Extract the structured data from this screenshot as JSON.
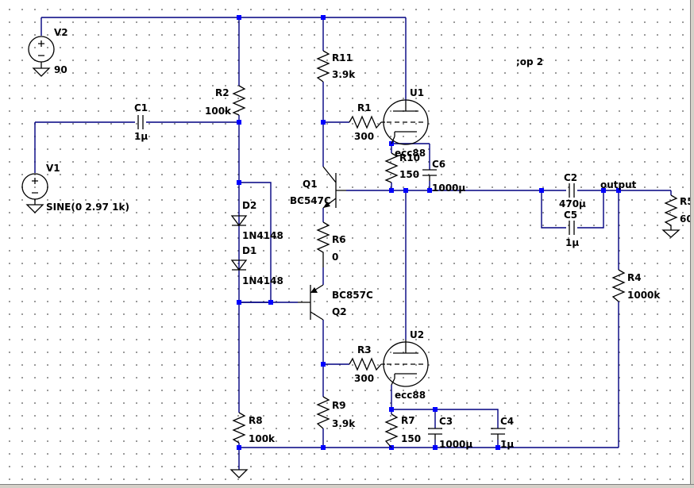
{
  "directive": ";op 2",
  "components": {
    "V2": {
      "name": "V2",
      "value": "90"
    },
    "V1": {
      "name": "V1",
      "value": "SINE(0 2.97 1k)"
    },
    "C1": {
      "name": "C1",
      "value": "1µ"
    },
    "R2": {
      "name": "R2",
      "value": "100k"
    },
    "R11": {
      "name": "R11",
      "value": "3.9k"
    },
    "R1": {
      "name": "R1",
      "value": "300"
    },
    "U1": {
      "name": "U1",
      "value": "ecc88"
    },
    "R10": {
      "name": "R10",
      "value": "150"
    },
    "C6": {
      "name": "C6",
      "value": "1000µ"
    },
    "Q1": {
      "name": "Q1",
      "value": "BC547C"
    },
    "D2": {
      "name": "D2",
      "value": "1N4148"
    },
    "D1": {
      "name": "D1",
      "value": "1N4148"
    },
    "R6": {
      "name": "R6",
      "value": "0"
    },
    "Q2": {
      "name": "Q2",
      "value": "BC857C"
    },
    "R3": {
      "name": "R3",
      "value": "300"
    },
    "U2": {
      "name": "U2",
      "value": "ecc88"
    },
    "R9": {
      "name": "R9",
      "value": "3.9k"
    },
    "R7": {
      "name": "R7",
      "value": "150"
    },
    "C3": {
      "name": "C3",
      "value": "1000µ"
    },
    "C4": {
      "name": "C4",
      "value": "1µ"
    },
    "R8": {
      "name": "R8",
      "value": "100k"
    },
    "C2": {
      "name": "C2",
      "value": "470µ"
    },
    "C5": {
      "name": "C5",
      "value": "1µ"
    },
    "R4": {
      "name": "R4",
      "value": "1000k"
    },
    "R5": {
      "name": "R5",
      "value": "60"
    }
  },
  "net_labels": {
    "output": "output"
  }
}
